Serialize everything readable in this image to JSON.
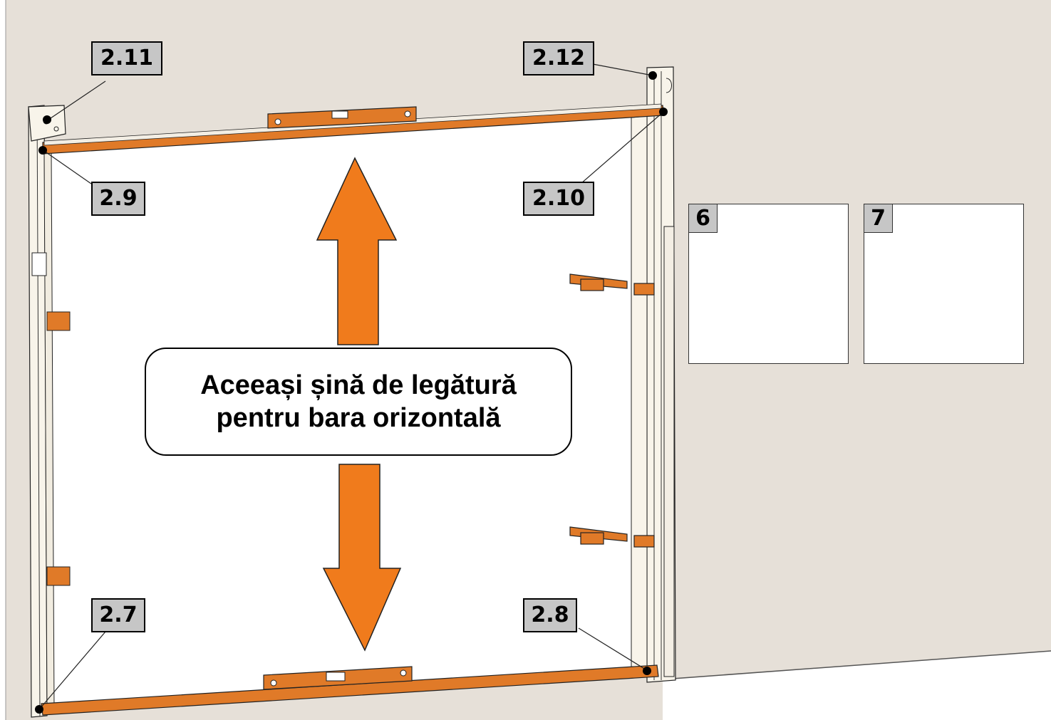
{
  "labels": {
    "l_2_11": "2.11",
    "l_2_12": "2.12",
    "l_2_9": "2.9",
    "l_2_10": "2.10",
    "l_2_7": "2.7",
    "l_2_8": "2.8"
  },
  "parts": [
    {
      "number": "6",
      "icon": "carriage-bolt-icon"
    },
    {
      "number": "7",
      "icon": "flange-nut-icon"
    }
  ],
  "callout": {
    "line1": "Aceeași șină de legătură",
    "line2": "pentru bara orizontală"
  },
  "colors": {
    "wall": "#e6e0d8",
    "rail": "#e07a28",
    "arrow": "#f07b1c",
    "frame": "#f8f4ea",
    "label_bg": "#c6c6c6"
  }
}
